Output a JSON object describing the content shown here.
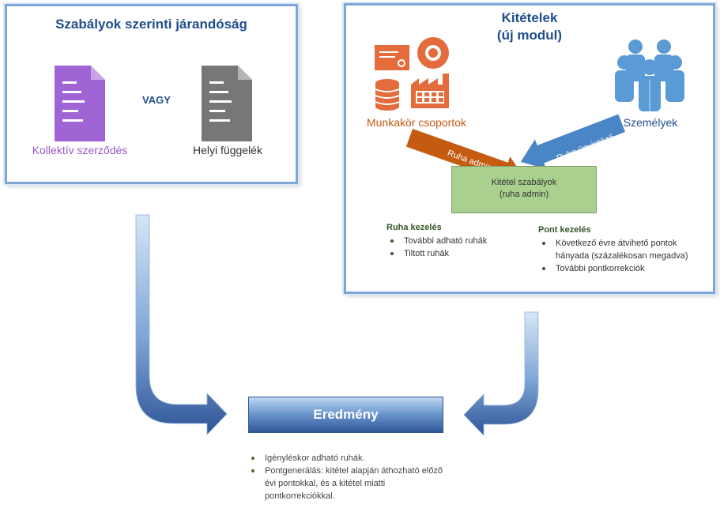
{
  "left_panel": {
    "title": "Szabályok szerinti járandóság",
    "or_text": "VAGY",
    "doc_collective": {
      "label": "Kollektív szerződés",
      "icon": "purple-document-icon",
      "color": "#9A55C9"
    },
    "doc_local": {
      "label": "Helyi függelék",
      "icon": "gray-document-icon",
      "color": "#777777"
    }
  },
  "right_panel": {
    "title_line1": "Kitételek",
    "title_line2": "(új modul)",
    "groups_label": "Munkakör csoportok",
    "persons_label": "Személyek",
    "arrow_left_label": "Ruha admin",
    "arrow_right_label": "Ruha ügyintéző",
    "rules_box_line1": "Kitétel szabályok",
    "rules_box_line2": "(ruha admin)",
    "clothes": {
      "heading": "Ruha kezelés",
      "items": [
        "További adható ruhák",
        "Tiltott ruhák"
      ]
    },
    "points": {
      "heading": "Pont kezelés",
      "items": [
        "Következő évre átvihető pontok hányada (százalékosan megadva)",
        "További pontkorrekciók"
      ]
    }
  },
  "result": {
    "title": "Eredmény",
    "items": [
      "Igényléskor adható ruhák.",
      "Pontgenerálás: kitétel alapján áthozható előző évi pontokkal, és a kitétel miatti pontkorrekciókkal."
    ]
  },
  "colors": {
    "panel_border": "#7FA7D6",
    "title_blue": "#1F4E8C",
    "orange_icons": "#E46C3C",
    "arrow_orange": "#C55A11",
    "arrow_blue": "#4A86C5",
    "person_blue": "#5B9BD5",
    "rules_green": "#A9D08E",
    "result_blue": "#2F5597"
  }
}
